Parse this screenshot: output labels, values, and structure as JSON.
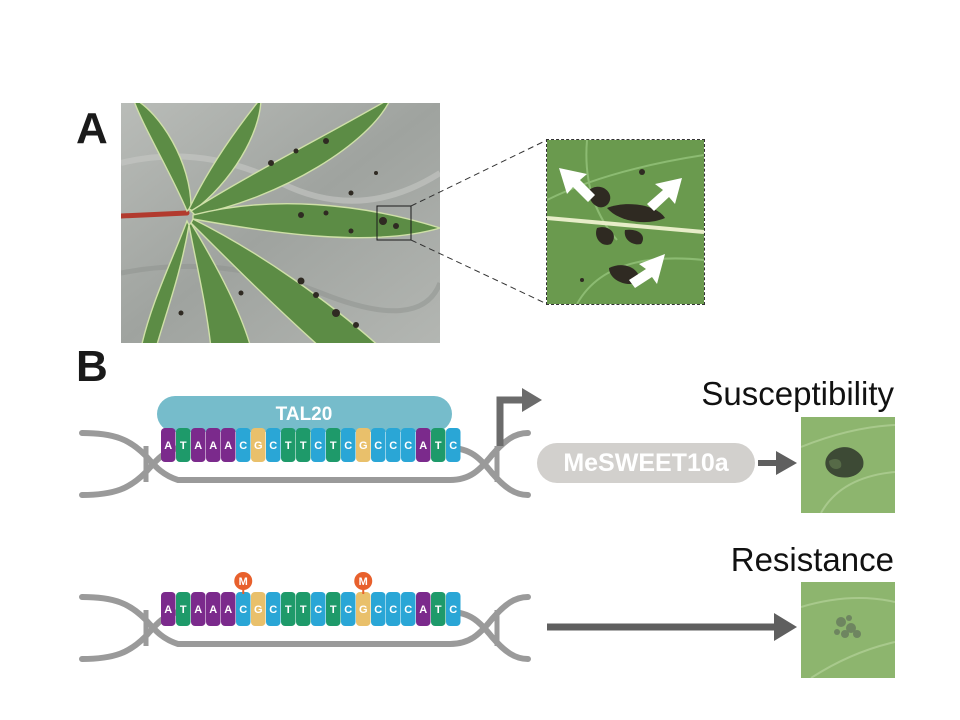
{
  "panels": {
    "a": "A",
    "b": "B"
  },
  "tal_effector": "TAL20",
  "sequence": [
    "A",
    "T",
    "A",
    "A",
    "A",
    "C",
    "G",
    "C",
    "T",
    "T",
    "C",
    "T",
    "C",
    "G",
    "C",
    "C",
    "C",
    "A",
    "T",
    "C"
  ],
  "methyl_mark": "M",
  "methylated_positions": [
    5,
    13
  ],
  "gene_label": "MeSWEET10a",
  "outcomes": {
    "top": "Susceptibility",
    "bottom": "Resistance"
  },
  "base_colors": {
    "A": "#7b2a8c",
    "T": "#1e9a6a",
    "C": "#2aa6d6",
    "G": "#e9c06b"
  },
  "colors": {
    "tal_bar": "#76bccb",
    "dna_strand": "#9a9a9a",
    "arrow": "#5f5f5f",
    "gene_pill": "#d2d0cd",
    "methyl_badge": "#e8602c",
    "leaf_green": "#5f8f48",
    "lesion": "#2f2a22",
    "rock": "#a9aca8"
  }
}
